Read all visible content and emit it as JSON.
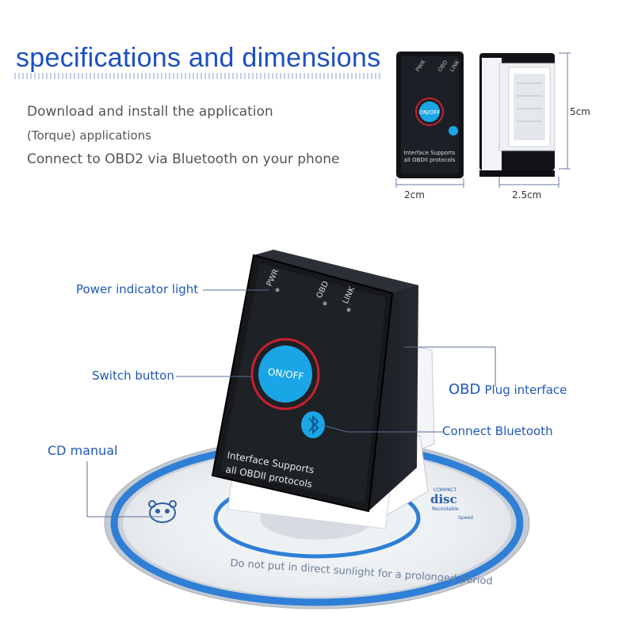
{
  "title": "specifications and dimensions",
  "intro": {
    "line1": "Download and install the application",
    "line2": "(Torque) applications",
    "line3": "Connect to OBD2 via Bluetooth on your phone"
  },
  "dimensions": {
    "height": "5cm",
    "width": "2cm",
    "depth": "2.5cm"
  },
  "device": {
    "led_pwr": "PWR",
    "led_obd": "OBD",
    "led_link": "LINK",
    "button_label": "ON/OFF",
    "front_text_line1": "Interface Supports",
    "front_text_line2": "all OBDII protocols"
  },
  "callouts": {
    "power": "Power indicator light",
    "switch": "Switch button",
    "cd": "CD manual",
    "obd_prefix": "OBD",
    "obd_suffix": "Plug interface",
    "bluetooth": "Connect Bluetooth"
  },
  "cd": {
    "warning_text": "Do not put in direct sunlight for a prolonged period",
    "logo_line1": "COMPACT",
    "logo_line2": "disc",
    "logo_line3": "Recordable",
    "logo_line4": "Speed"
  },
  "colors": {
    "title_blue": "#1d4fc4",
    "callout_blue": "#1f58b8",
    "button_blue": "#1aa6e6",
    "ring_red": "#c8202f",
    "cd_blue": "#2f7fd6"
  }
}
